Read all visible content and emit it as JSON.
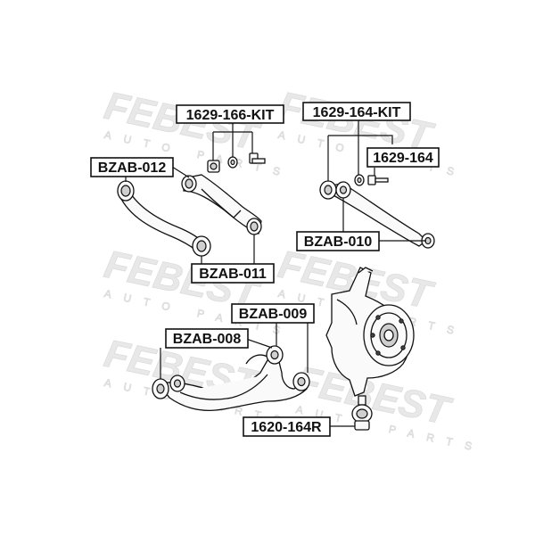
{
  "watermark": {
    "brand": "FEBEST",
    "tagline": "AUTO PARTS"
  },
  "labels": {
    "kit_166": "1629-166-KIT",
    "kit_164": "1629-164-KIT",
    "p_164": "1629-164",
    "bzab_012": "BZAB-012",
    "bzab_010": "BZAB-010",
    "bzab_011": "BZAB-011",
    "bzab_009": "BZAB-009",
    "bzab_008": "BZAB-008",
    "p_164r": "1620-164R"
  },
  "colors": {
    "ink": "#111111",
    "watermark": "#e6e6e6",
    "background": "#ffffff"
  }
}
